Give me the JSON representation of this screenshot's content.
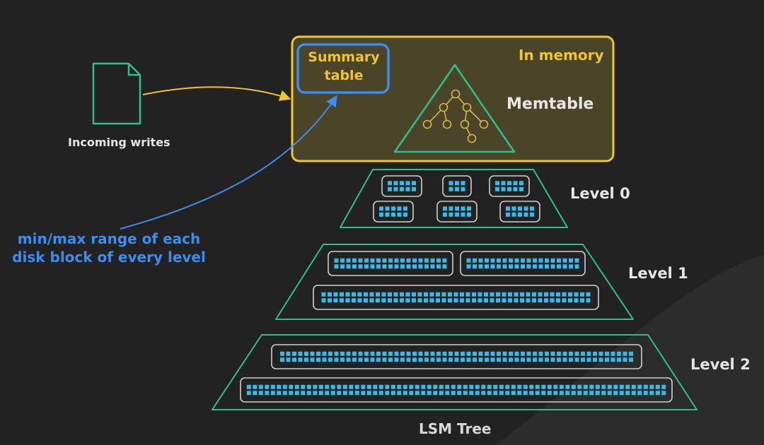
{
  "diagram": {
    "title": "LSM Tree",
    "incoming_label": "Incoming writes",
    "in_memory_label": "In memory",
    "summary_table_line1": "Summary",
    "summary_table_line2": "table",
    "memtable_label": "Memtable",
    "blue_note_line1": "min/max range of each",
    "blue_note_line2": "disk block of every level",
    "levels": [
      {
        "label": "Level 0",
        "blocks_row1": 3,
        "blocks_row2": 3
      },
      {
        "label": "Level 1",
        "blocks_row1": 2,
        "blocks_row2": 1
      },
      {
        "label": "Level 2",
        "blocks_row1": 1,
        "blocks_row2": 1
      }
    ]
  },
  "colors": {
    "background": "#222222",
    "teal": "#2fbf8e",
    "yellow": "#f2c530",
    "blue": "#3d8cf0",
    "cell": "#3ab8e6",
    "block_border": "#cfcfcf"
  }
}
